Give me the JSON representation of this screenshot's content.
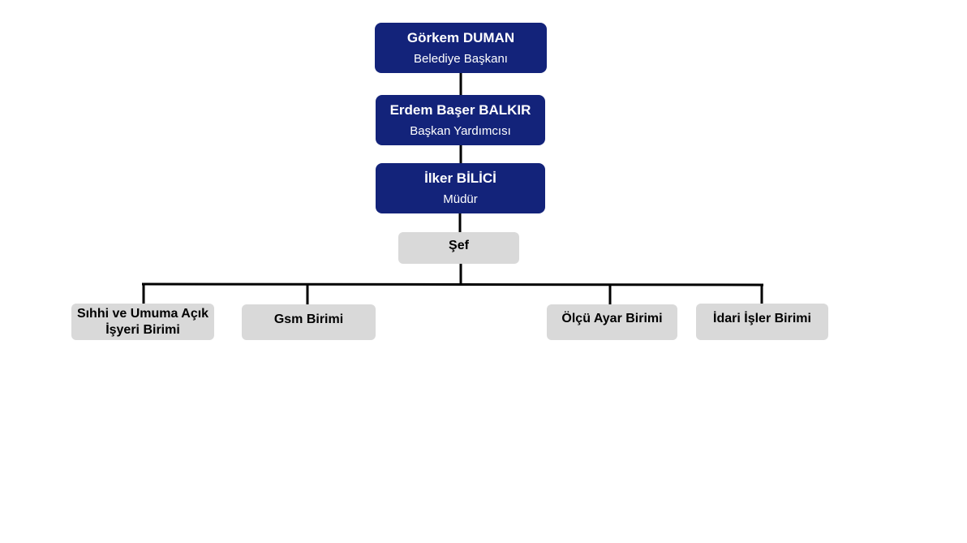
{
  "org_chart": {
    "executives": [
      {
        "name": "Görkem DUMAN",
        "role": "Belediye Başkanı"
      },
      {
        "name": "Erdem Başer BALKIR",
        "role": "Başkan Yardımcısı"
      },
      {
        "name": "İlker BİLİCİ",
        "role": "Müdür"
      }
    ],
    "chief": {
      "label": "Şef"
    },
    "units": [
      {
        "line1": "Sıhhi ve Umuma Açık",
        "line2": "İşyeri Birimi"
      },
      {
        "line1": "Gsm Birimi"
      },
      {
        "line1": "Ölçü Ayar Birimi"
      },
      {
        "line1": "İdari İşler Birimi"
      }
    ],
    "colors": {
      "executive_fill": "#13237a",
      "executive_text": "#ffffff",
      "unit_fill": "#d9d9d9",
      "unit_text": "#000000",
      "connector": "#000000"
    }
  }
}
